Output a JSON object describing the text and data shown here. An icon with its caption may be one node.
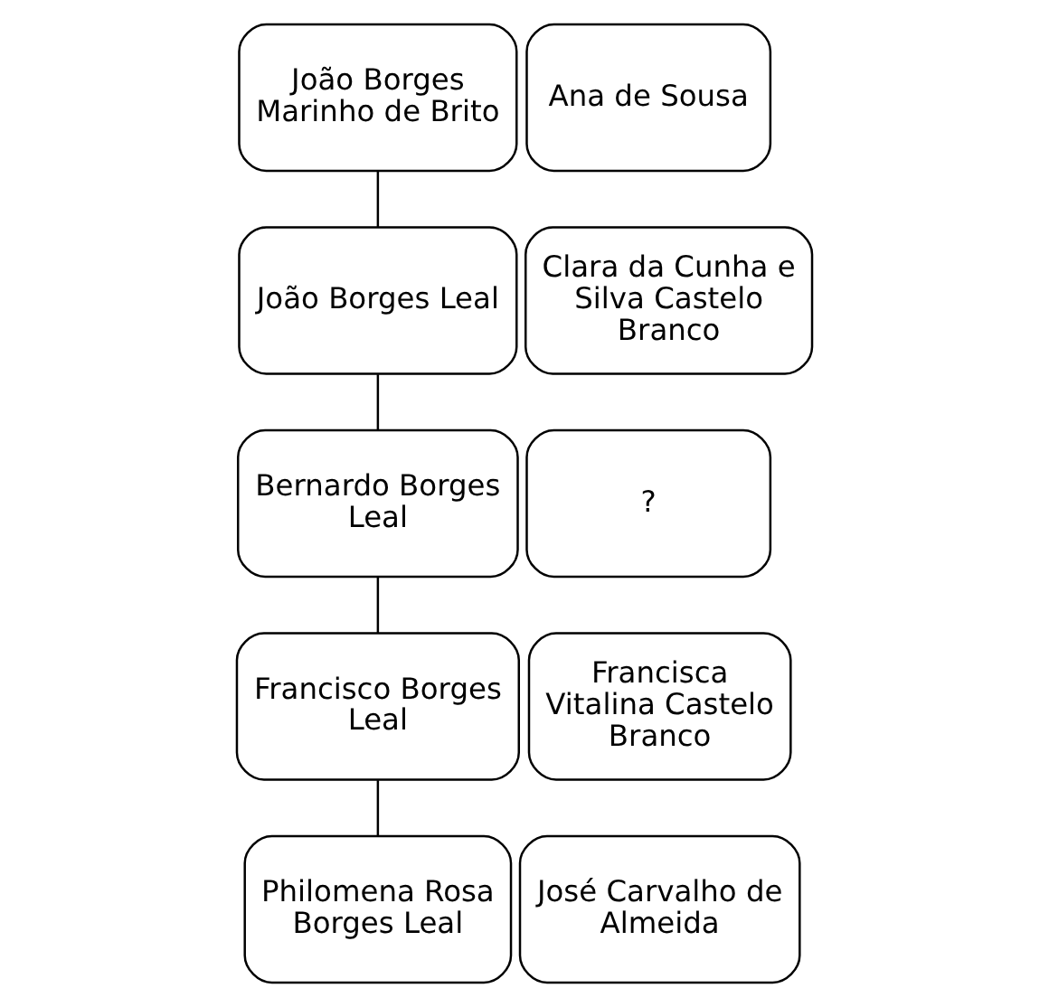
{
  "diagram": {
    "nodes": [
      {
        "text": [
          "João Borges Marinho de Brito"
        ]
      },
      {
        "text": [
          "Ana de Sousa"
        ]
      },
      {
        "text": [
          "João Borges Leal"
        ]
      },
      {
        "text": [
          "Clara da Cunha e Silva Castelo Branco"
        ]
      },
      {
        "text": [
          "Bernardo Borges Leal"
        ]
      },
      {
        "text": [
          "?"
        ]
      },
      {
        "text": [
          "Francisco Borges Leal"
        ]
      },
      {
        "text": [
          "Francisca Vitalina Castelo Branco"
        ]
      },
      {
        "text": [
          "Philomena Rosa Borges Leal"
        ]
      },
      {
        "text": [
          "José Carvalho de Almeida"
        ]
      }
    ],
    "edges": [
      {
        "from": 0,
        "to": 2,
        "arrow": "none"
      },
      {
        "from": 2,
        "to": 4,
        "arrow": "none"
      },
      {
        "from": 4,
        "to": 6,
        "arrow": "none"
      },
      {
        "from": 6,
        "to": 8,
        "arrow": "none"
      }
    ]
  }
}
